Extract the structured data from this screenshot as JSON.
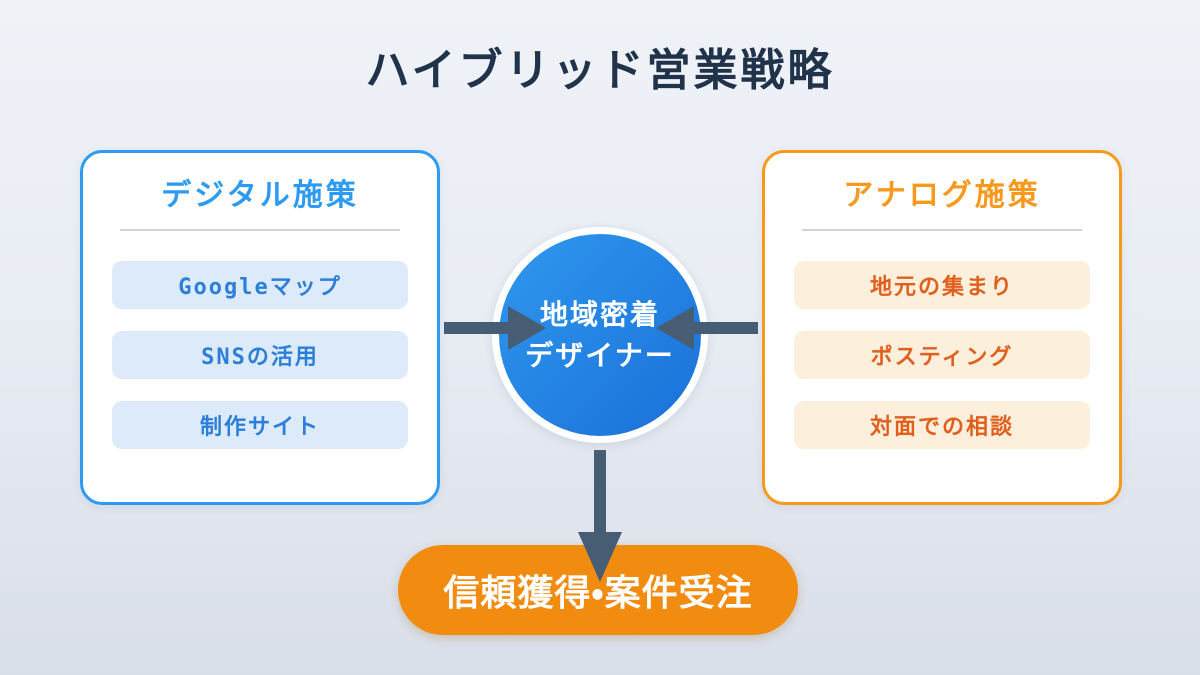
{
  "title": "ハイブリッド営業戦略",
  "digital_panel": {
    "heading": "デジタル施策",
    "items": [
      "Googleマップ",
      "SNSの活用",
      "制作サイト"
    ]
  },
  "analog_panel": {
    "heading": "アナログ施策",
    "items": [
      "地元の集まり",
      "ポスティング",
      "対面での相談"
    ]
  },
  "center": {
    "line1": "地域密着",
    "line2": "デザイナー"
  },
  "outcome": {
    "label": "信頼獲得・案件受注"
  },
  "colors": {
    "background_top": "#eff2f7",
    "background_bottom": "#d9dfe9",
    "title_text": "#20334a",
    "digital_accent": "#2e9bf2",
    "digital_item_bg": "#dceafa",
    "digital_item_text": "#2b7fd8",
    "analog_accent": "#f7991d",
    "analog_item_bg": "#fcefdc",
    "analog_item_text": "#e05f1c",
    "circle_gradient_start": "#2f98ef",
    "circle_gradient_end": "#1a70d8",
    "arrow": "#475d73",
    "outcome_bg": "#f28c10",
    "outcome_text": "#ffffff"
  }
}
